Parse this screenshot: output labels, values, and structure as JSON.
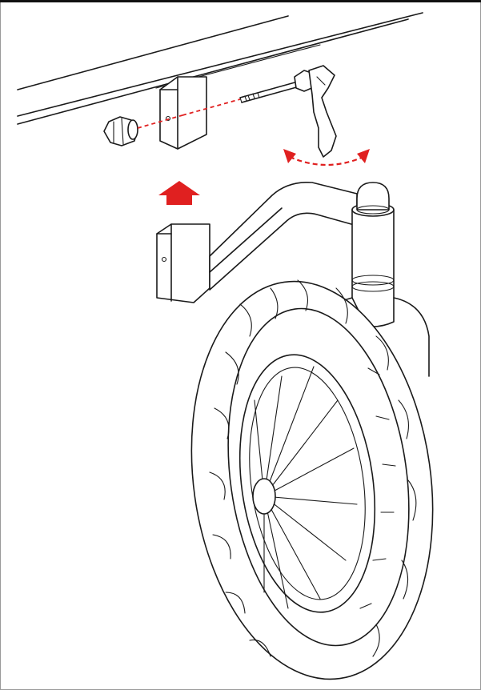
{
  "diagram": {
    "accent_color": "#e02020",
    "line_color": "#1a1a1a",
    "icons": [
      "up-arrow-icon",
      "rotate-arrow-icon"
    ],
    "parts": [
      "trailer-frame-rail",
      "mounting-bracket",
      "cap-nut",
      "quick-release-skewer",
      "wheel-fork-arm",
      "front-wheel"
    ]
  }
}
